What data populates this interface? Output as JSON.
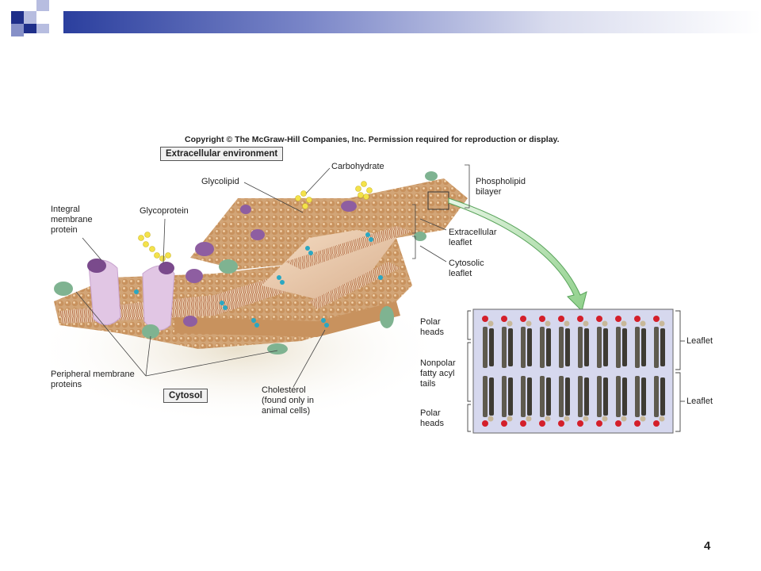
{
  "copyright": "Copyright © The McGraw-Hill Companies, Inc. Permission required for reproduction or display.",
  "slide_number": "4",
  "colors": {
    "band_dark": "#2b3f9e",
    "band_light": "#d9dcee",
    "head": "#c49a6c",
    "tail": "#b06f4b",
    "protein_purple": "#d8b6dc",
    "protein_dark": "#7a4a8c",
    "protein_green": "#7fb391",
    "cholesterol": "#2aa7c2",
    "carb": "#f4e24a"
  },
  "boxes": {
    "extracellular": "Extracellular environment",
    "cytosol": "Cytosol"
  },
  "labels": {
    "carbohydrate": "Carbohydrate",
    "glycolipid": "Glycolipid",
    "phospholipid_1": "Phospholipid",
    "phospholipid_2": "bilayer",
    "integral_1": "Integral",
    "integral_2": "membrane",
    "integral_3": "protein",
    "glycoprotein": "Glycoprotein",
    "extra_leaflet_1": "Extracellular",
    "extra_leaflet_2": "leaflet",
    "cyto_leaflet_1": "Cytosolic",
    "cyto_leaflet_2": "leaflet",
    "peripheral_1": "Peripheral membrane",
    "peripheral_2": "proteins",
    "cholesterol_1": "Cholesterol",
    "cholesterol_2": "(found only in",
    "cholesterol_3": "animal cells)",
    "polar_top_1": "Polar",
    "polar_top_2": "heads",
    "nonpolar_1": "Nonpolar",
    "nonpolar_2": "fatty acyl",
    "nonpolar_3": "tails",
    "polar_bot_1": "Polar",
    "polar_bot_2": "heads",
    "leaflet_top": "Leaflet",
    "leaflet_bot": "Leaflet"
  }
}
